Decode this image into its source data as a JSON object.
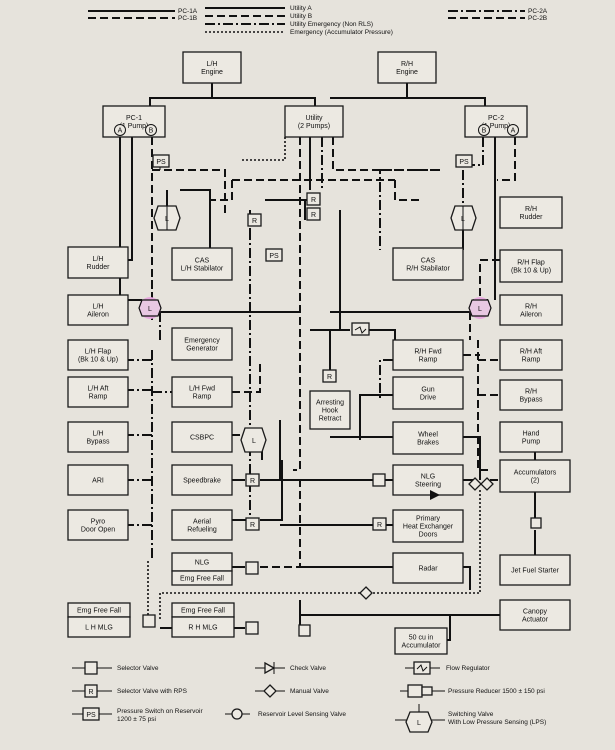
{
  "legend": {
    "pc1a": "PC-1A",
    "pc1b": "PC-1B",
    "util_a": "Utility A",
    "util_b": "Utility B",
    "util_emg": "Utility Emergency (Non RLS)",
    "emg_acc": "Emergency (Accumulator Pressure)",
    "pc2a": "PC-2A",
    "pc2b": "PC-2B"
  },
  "boxes": {
    "lh_engine": [
      "L/H",
      "Engine"
    ],
    "rh_engine": [
      "R/H",
      "Engine"
    ],
    "pc1": [
      "PC-1",
      "(1 Pump)"
    ],
    "utility": [
      "Utility",
      "(2 Pumps)"
    ],
    "pc2": [
      "PC-2",
      "(1 Pump)"
    ],
    "lh_rudder": [
      "L/H",
      "Rudder"
    ],
    "rh_rudder": [
      "R/H",
      "Rudder"
    ],
    "lh_cas": [
      "CAS",
      "L/H Stabilator"
    ],
    "rh_cas": [
      "CAS",
      "R/H Stabilator"
    ],
    "rh_flap": [
      "R/H Flap",
      "(Bk 10 & Up)"
    ],
    "lh_aileron": [
      "L/H",
      "Aileron"
    ],
    "rh_aileron": [
      "R/H",
      "Aileron"
    ],
    "lh_flap": [
      "L/H Flap",
      "(Bk 10 & Up)"
    ],
    "emg_gen": [
      "Emergency",
      "Generator"
    ],
    "rh_fwd_ramp": [
      "R/H Fwd",
      "Ramp"
    ],
    "rh_aft_ramp": [
      "R/H Aft",
      "Ramp"
    ],
    "lh_aft_ramp": [
      "L/H Aft",
      "Ramp"
    ],
    "lh_fwd_ramp": [
      "L/H Fwd",
      "Ramp"
    ],
    "arresting_hook": [
      "Arresting",
      "Hook",
      "Retract"
    ],
    "gun_drive": [
      "Gun",
      "Drive"
    ],
    "rh_bypass": [
      "R/H",
      "Bypass"
    ],
    "lh_bypass": [
      "L/H",
      "Bypass"
    ],
    "csbpc": [
      "CSBPC"
    ],
    "wheel_brakes": [
      "Wheel",
      "Brakes"
    ],
    "hand_pump": [
      "Hand",
      "Pump"
    ],
    "ari": [
      "ARI"
    ],
    "speedbrake": [
      "Speedbrake"
    ],
    "nlg_steering": [
      "NLG",
      "Steering"
    ],
    "accumulators": [
      "Accumulators",
      "(2)"
    ],
    "pyro_door": [
      "Pyro",
      "Door Open"
    ],
    "aerial_refuel": [
      "Aerial",
      "Refueling"
    ],
    "primary_hx": [
      "Primary",
      "Heat Exchanger",
      "Doors"
    ],
    "nlg": [
      "NLG"
    ],
    "nlg_emg": [
      "Emg Free Fall"
    ],
    "radar": [
      "Radar"
    ],
    "jet_fuel_starter": [
      "Jet Fuel Starter"
    ],
    "lh_mlg_emg": [
      "Emg Free Fall"
    ],
    "lh_mlg": [
      "L H MLG"
    ],
    "rh_mlg_emg": [
      "Emg Free Fall"
    ],
    "rh_mlg": [
      "R H MLG"
    ],
    "canopy": [
      "Canopy",
      "Actuator"
    ],
    "accumulator_50": [
      "50 cu in",
      "Accumulator"
    ]
  },
  "labels": {
    "ps": "PS",
    "r": "R",
    "l": "L",
    "a": "A",
    "b": "B"
  },
  "keys": {
    "selector_valve": "Selector Valve",
    "selector_valve_rps": "Selector Valve with RPS",
    "pressure_switch": "Pressure Switch on Reservoir",
    "pressure_switch_2": "1200 ± 75 psi",
    "check_valve": "Check Valve",
    "manual_valve": "Manual Valve",
    "reservoir_sensing": "Reservoir Level Sensing Valve",
    "flow_regulator": "Flow Regulator",
    "pressure_reducer": "Pressure Reducer 1500 ± 150 psi",
    "switching_valve": "Switching Valve",
    "switching_valve_2": "With Low Pressure Sensing (LPS)"
  }
}
